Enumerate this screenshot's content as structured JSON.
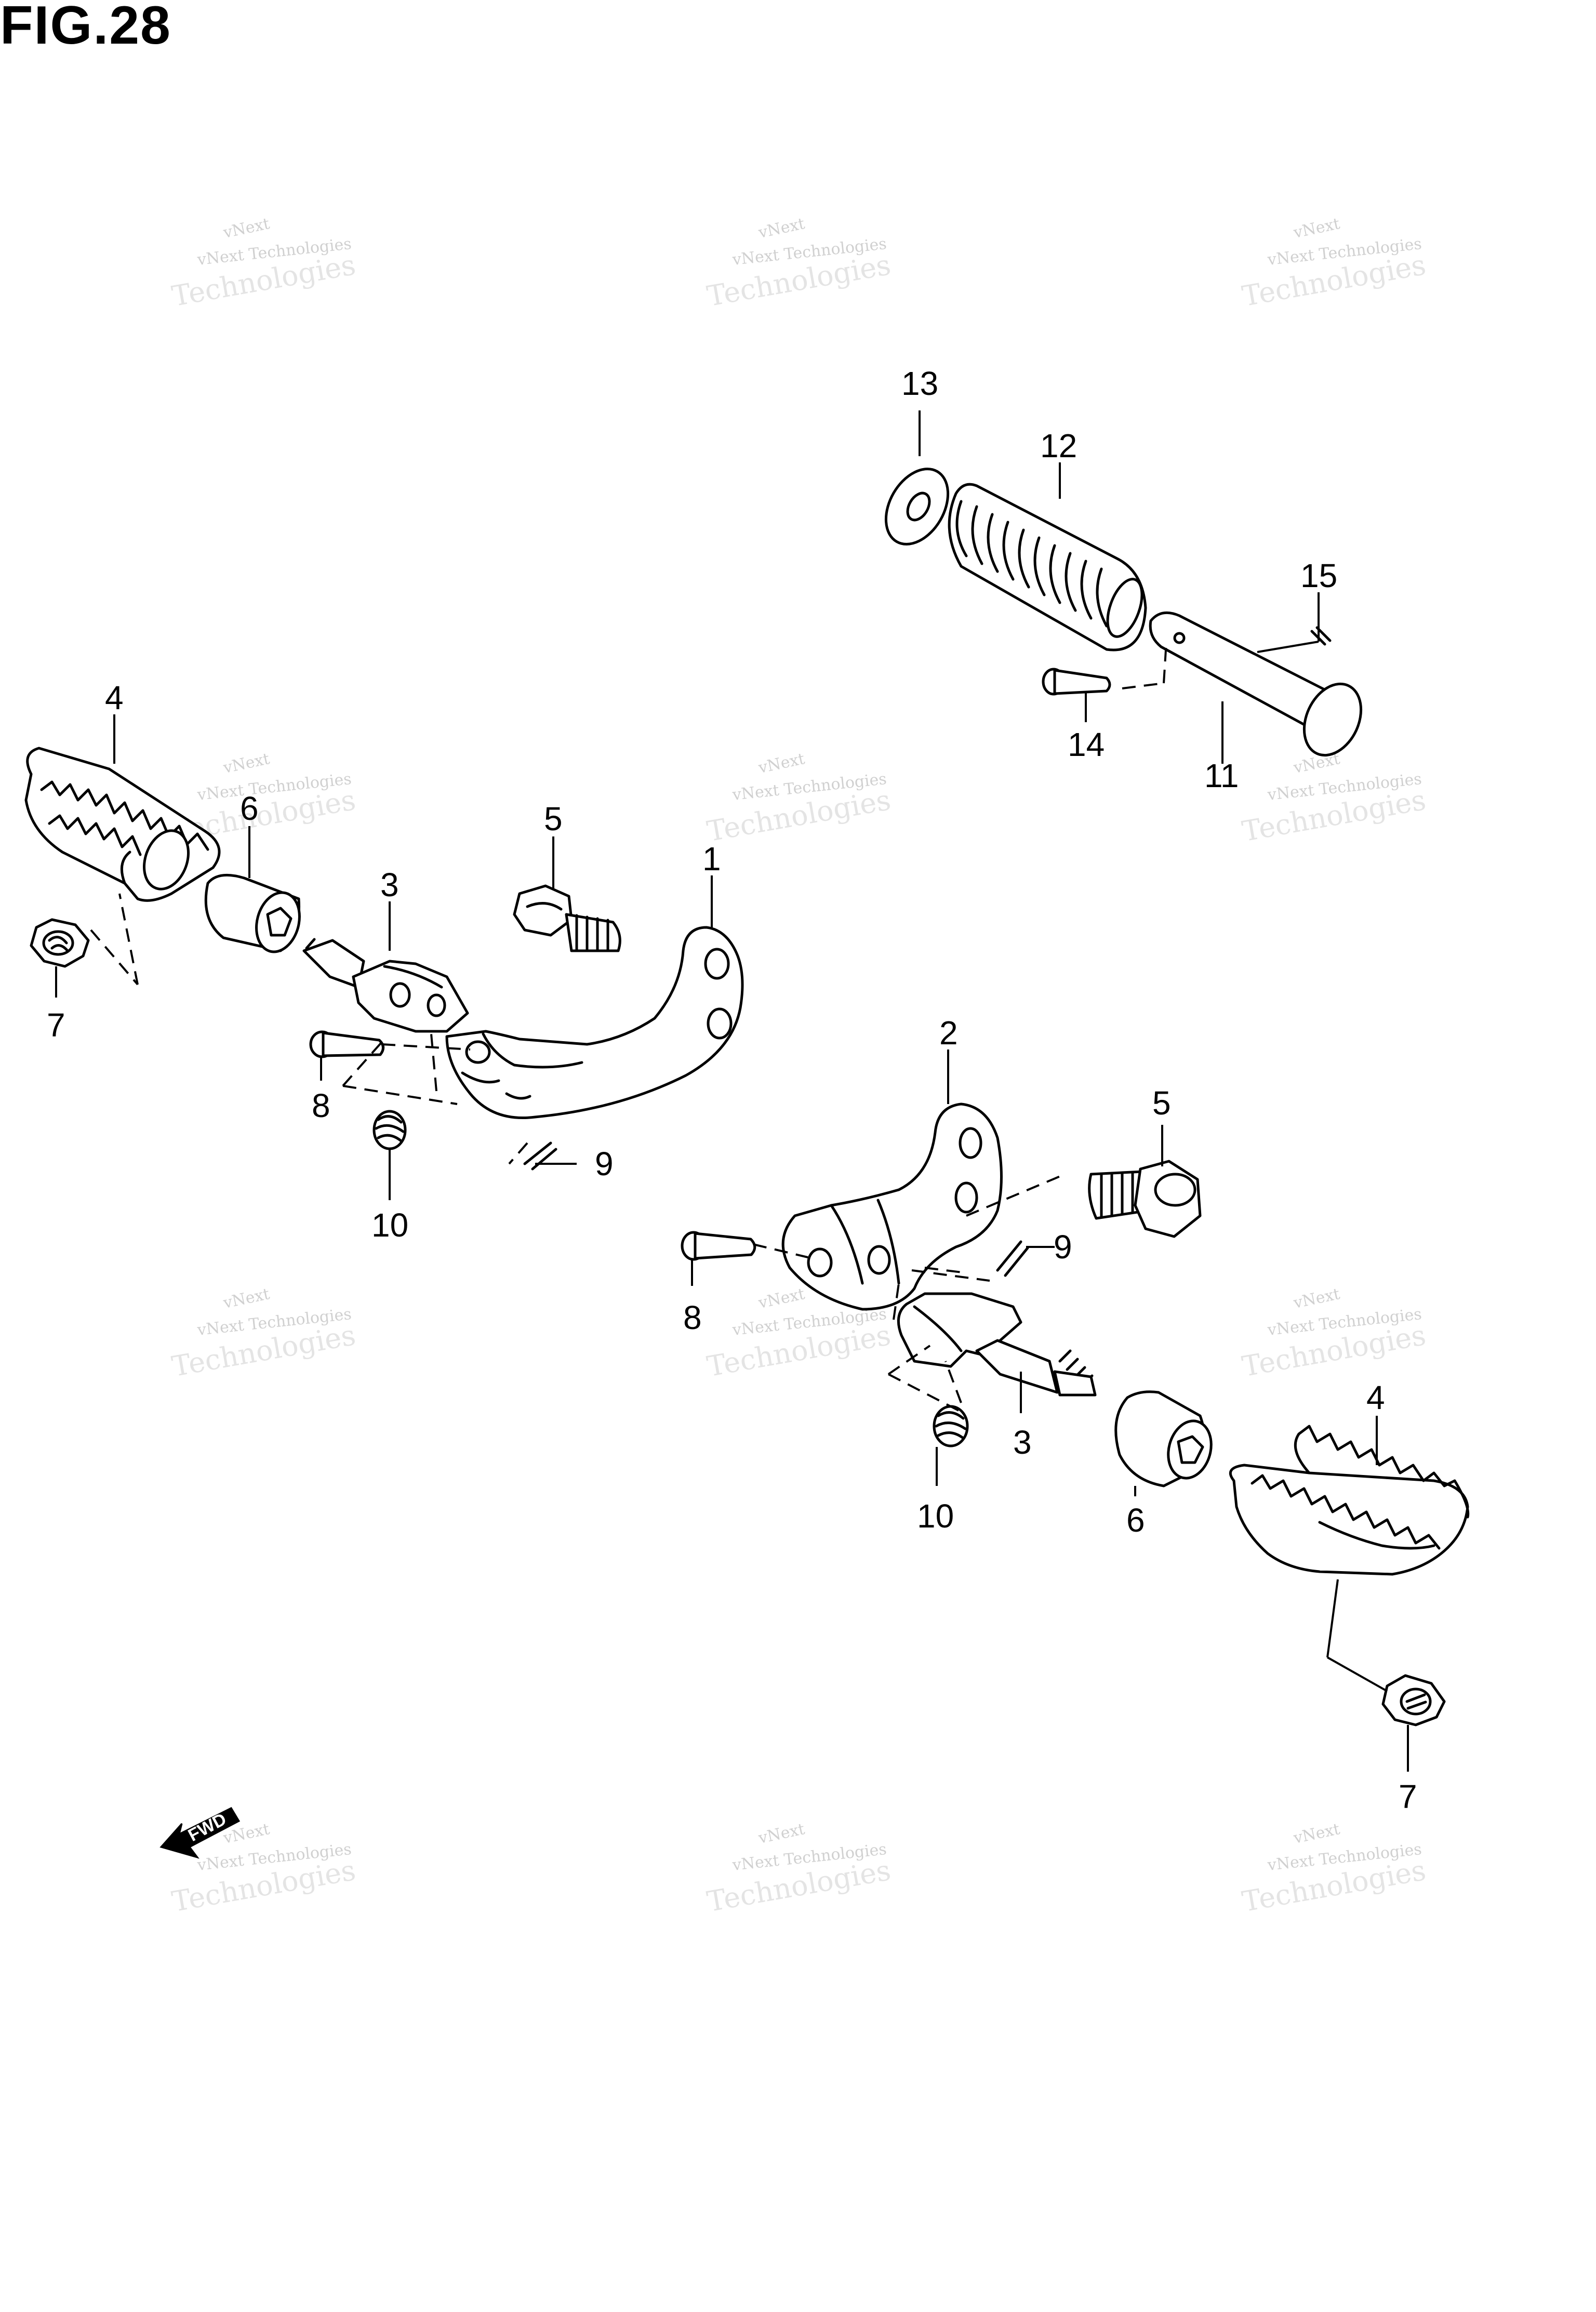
{
  "figure": {
    "title": "FIG.28"
  },
  "labels": {
    "l1": "1",
    "l2": "2",
    "l3a": "3",
    "l3b": "3",
    "l4a": "4",
    "l4b": "4",
    "l5a": "5",
    "l5b": "5",
    "l6a": "6",
    "l6b": "6",
    "l7a": "7",
    "l7b": "7",
    "l8a": "8",
    "l8b": "8",
    "l9a": "9",
    "l9b": "9",
    "l10a": "10",
    "l10b": "10",
    "l11": "11",
    "l12": "12",
    "l13": "13",
    "l14": "14",
    "l15": "15"
  },
  "watermark": {
    "line_top": "vNext",
    "line_mid": "vNext Technologies",
    "line_big": "Technologies"
  },
  "fwd_arrow": {
    "label": "FWD"
  },
  "colors": {
    "line": "#000000",
    "background": "#ffffff",
    "watermark": "#d0d0d0"
  }
}
